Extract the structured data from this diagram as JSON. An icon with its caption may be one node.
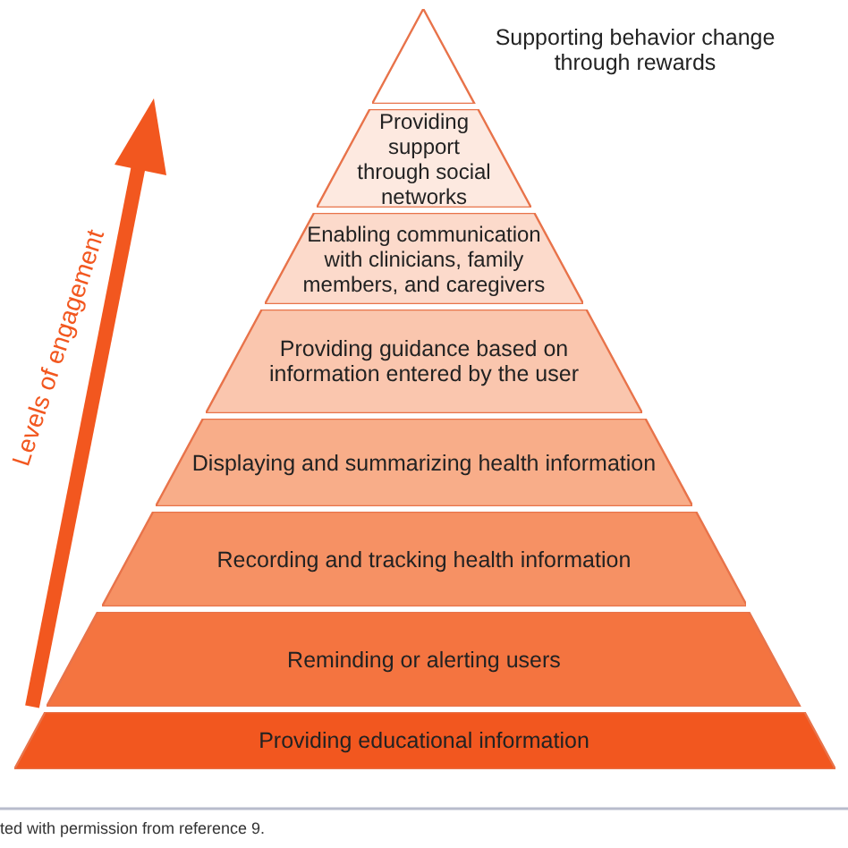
{
  "diagram": {
    "nodes": [
      {
        "text": [
          "Supporting behavior change through rewards"
        ]
      },
      {
        "text": [
          "Providing support through social networks"
        ]
      },
      {
        "text": [
          "Enabling communication with clinicians, family members, and caregivers"
        ]
      },
      {
        "text": [
          "Providing guidance based on information entered by the user"
        ]
      },
      {
        "text": [
          "Displaying and summarizing health information"
        ]
      },
      {
        "text": [
          "Recording and tracking health information"
        ]
      },
      {
        "text": [
          "Reminding or alerting users"
        ]
      },
      {
        "text": [
          "Providing educational information"
        ]
      }
    ],
    "edges": [],
    "labels": [
      "Levels of engagement"
    ],
    "caption": "ted with permission from reference 9."
  }
}
